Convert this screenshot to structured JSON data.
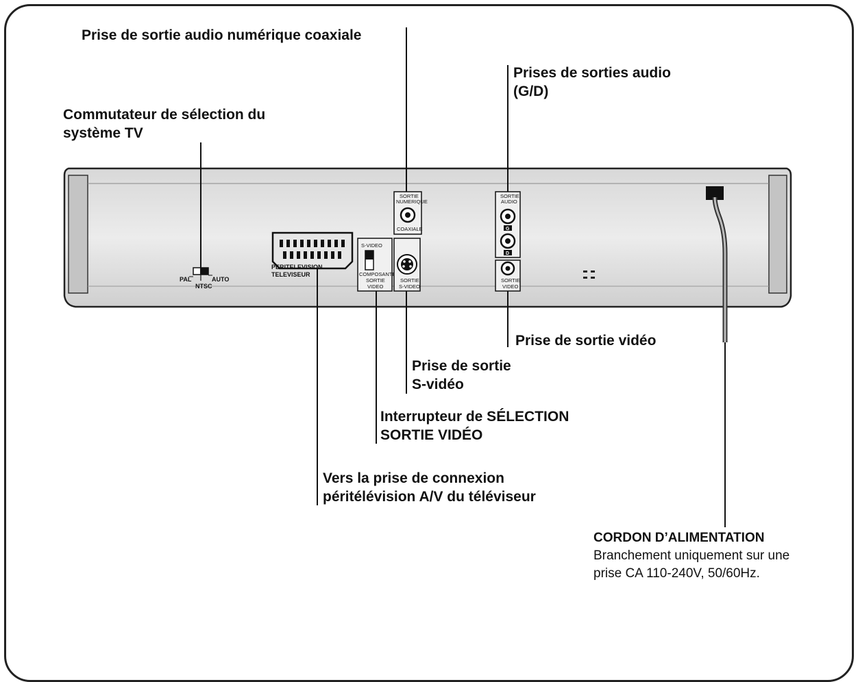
{
  "callouts": {
    "coax_digital_out": "Prise de sortie audio numérique coaxiale",
    "audio_out_line1": "Prises de sorties audio",
    "audio_out_line2": "(G/D)",
    "tv_system_line1": "Commutateur de sélection du",
    "tv_system_line2": "système TV",
    "video_out": "Prise de sortie vidéo",
    "svideo_line1": "Prise de sortie",
    "svideo_line2": "S-vidéo",
    "video_select_line1": "Interrupteur de SÉLECTION",
    "video_select_line2": "SORTIE VIDÉO",
    "scart_line1": "Vers la prise de connexion",
    "scart_line2": "péritélévision A/V du téléviseur",
    "power_title": "CORDON D’ALIMENTATION",
    "power_line1": "Branchement uniquement sur une",
    "power_line2": "prise CA 110-240V, 50/60Hz."
  },
  "panel": {
    "tv_switch_pal": "PAL",
    "tv_switch_auto": "AUTO",
    "tv_switch_ntsc": "NTSC",
    "scart_label1": "PERITELEVISION",
    "scart_label2": "TELEVISEUR",
    "svideo_switch_top": "S-VIDEO",
    "svideo_switch_bottom": "COMPOSANTE",
    "svideo_switch_title1": "SORTIE",
    "svideo_switch_title2": "VIDEO",
    "svideo_jack1": "SORTIE",
    "svideo_jack2": "S-VIDEO",
    "coax_top1": "SORTIE",
    "coax_top2": "NUMERIQUE",
    "coax_bottom": "COAXIALE",
    "audio_top1": "SORTIE",
    "audio_top2": "AUDIO",
    "audio_left": "G",
    "audio_right": "D",
    "video_jack1": "SORTIE",
    "video_jack2": "VIDEO"
  }
}
